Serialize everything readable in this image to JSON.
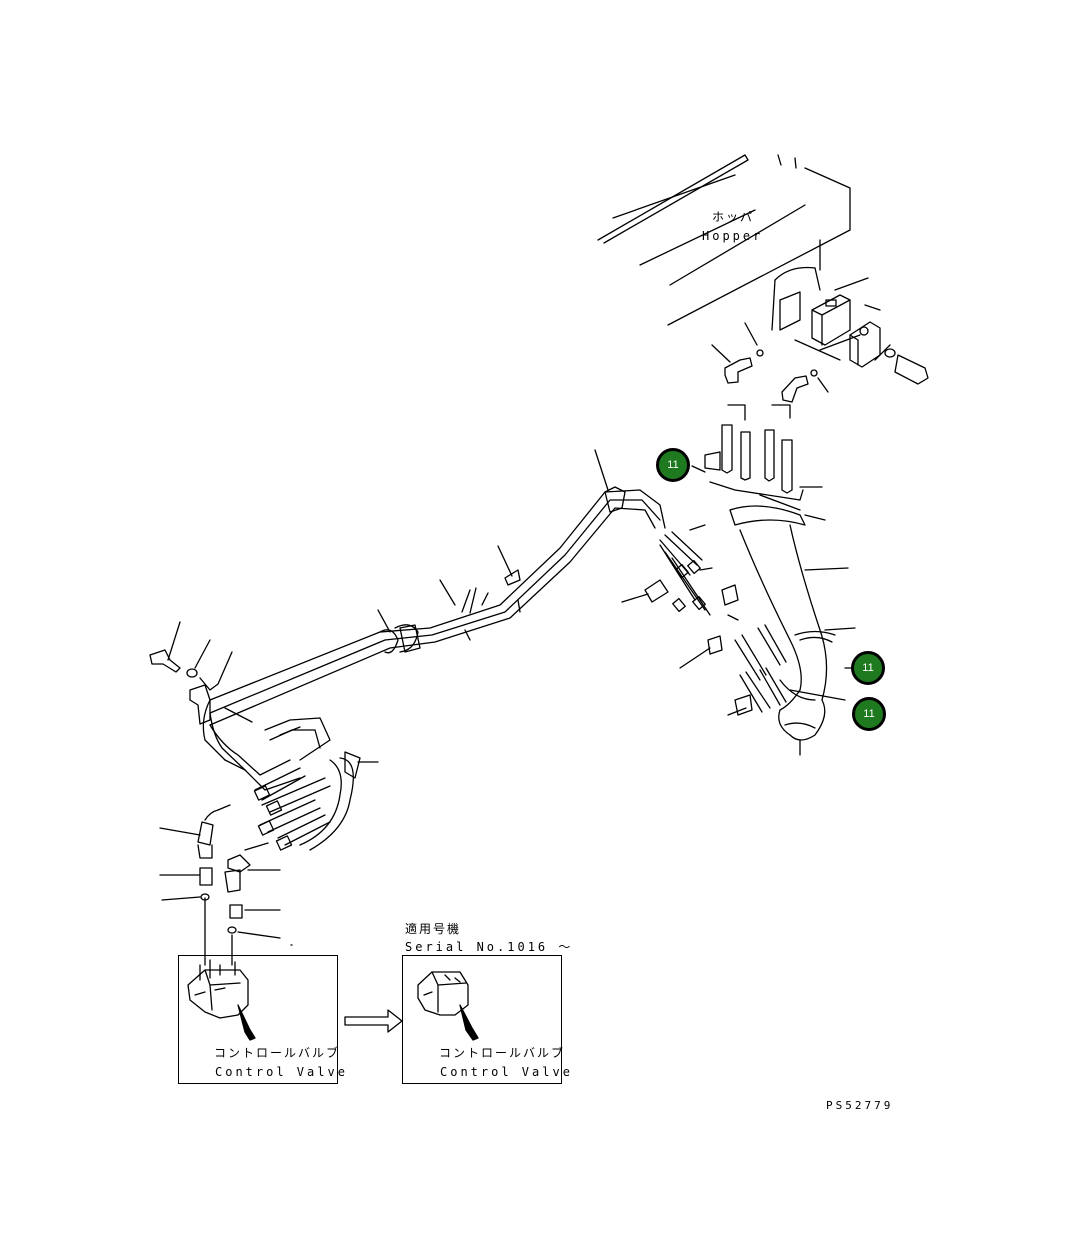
{
  "labels": {
    "hopper_jp": "ホッパ",
    "hopper_en": "Hopper",
    "serial_jp": "適用号機",
    "serial_en": "Serial No.1016 ～",
    "control_valve_jp": "コントロールバルブ",
    "control_valve_en": "Control Valve",
    "drawing_no": "PS52779"
  },
  "callouts": [
    {
      "number": "11"
    },
    {
      "number": "11"
    },
    {
      "number": "11"
    }
  ],
  "colors": {
    "callout_fill": "#1f7a1f",
    "line": "#000000",
    "background": "#ffffff"
  }
}
